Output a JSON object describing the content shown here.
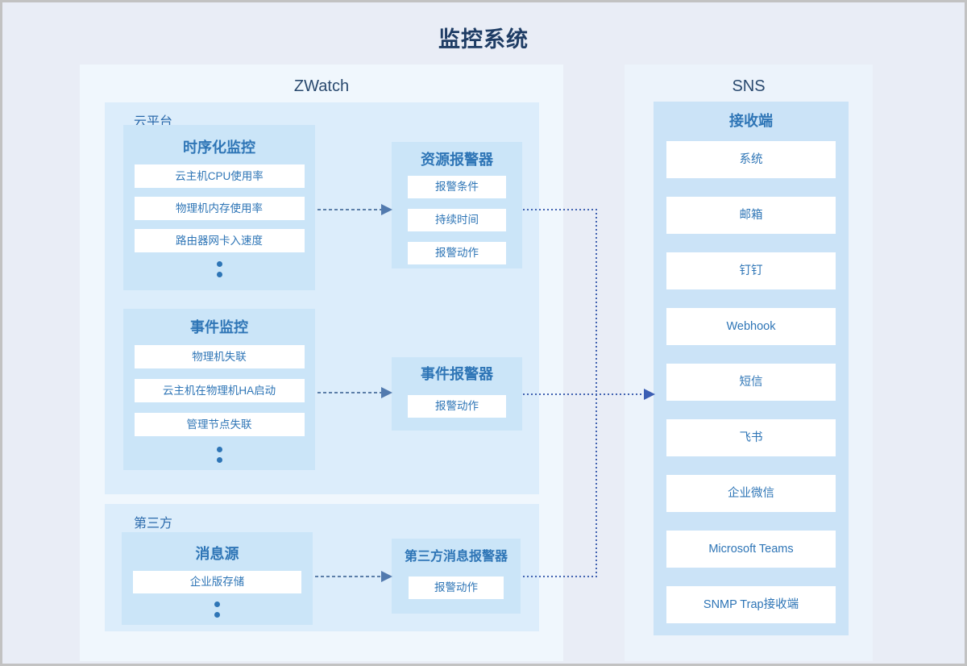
{
  "title": "监控系统",
  "zwatch": {
    "title": "ZWatch",
    "cloud": {
      "label": "云平台",
      "timeseries": {
        "title": "时序化监控",
        "items": [
          "云主机CPU使用率",
          "物理机内存使用率",
          "路由器网卡入速度"
        ]
      },
      "resource_alarm": {
        "title": "资源报警器",
        "items": [
          "报警条件",
          "持续时间",
          "报警动作"
        ]
      },
      "event": {
        "title": "事件监控",
        "items": [
          "物理机失联",
          "云主机在物理机HA启动",
          "管理节点失联"
        ]
      },
      "event_alarm": {
        "title": "事件报警器",
        "items": [
          "报警动作"
        ]
      }
    },
    "third_party": {
      "label": "第三方",
      "source": {
        "title": "消息源",
        "items": [
          "企业版存储"
        ]
      },
      "tp_alarm": {
        "title": "第三方消息报警器",
        "items": [
          "报警动作"
        ]
      }
    }
  },
  "sns": {
    "title": "SNS",
    "receiver": {
      "title": "接收端",
      "items": [
        "系统",
        "邮箱",
        "钉钉",
        "Webhook",
        "短信",
        "飞书",
        "企业微信",
        "Microsoft Teams",
        "SNMP Trap接收端"
      ]
    }
  },
  "colors": {
    "page_bg": "#e9edf6",
    "zwatch_panel": "#f0f7fd",
    "sns_panel": "#ecf3fb",
    "group_bg": "#dcedfb",
    "box_bg": "#cbe5f8",
    "item_bg": "#ffffff",
    "title_text": "#1e3c64",
    "box_text": "#2e75b6",
    "dashed_connector": "#5b7ea8",
    "dotted_connector": "#4263b1"
  }
}
